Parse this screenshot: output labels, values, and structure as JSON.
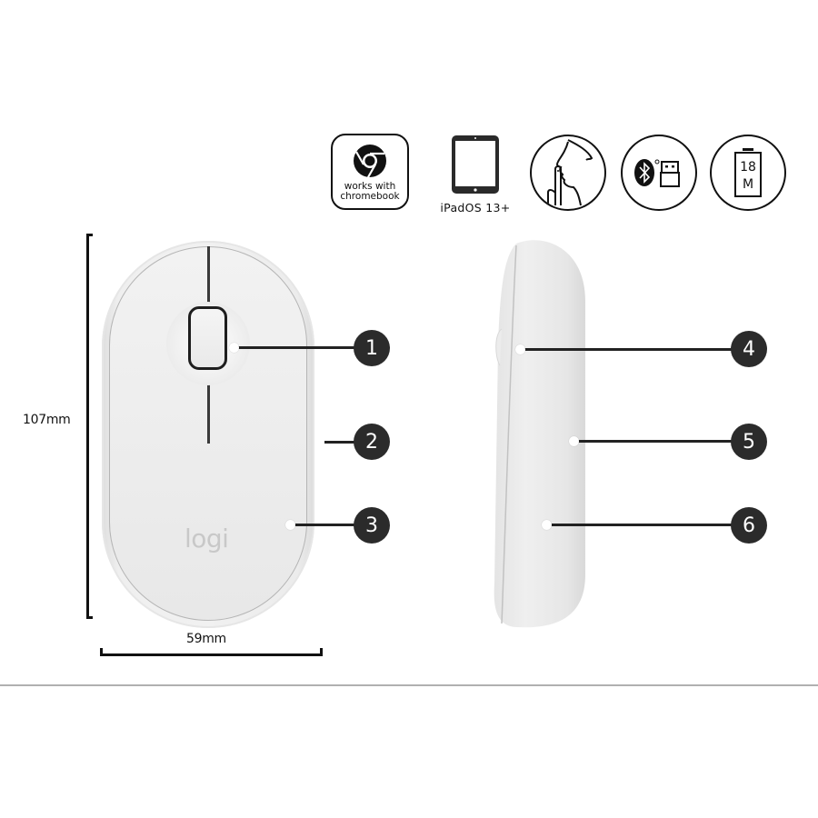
{
  "feature_icons": [
    {
      "name": "chrome-icon",
      "label_line1": "works with",
      "label_line2": "chromebook"
    },
    {
      "name": "tablet-icon",
      "label": "iPadOS 13+"
    },
    {
      "name": "silent-click-icon",
      "label": ""
    },
    {
      "name": "bluetooth-receiver-icon",
      "label": ""
    },
    {
      "name": "battery-icon",
      "battery_line1": "18",
      "battery_line2": "M"
    }
  ],
  "dimensions": {
    "height": "107mm",
    "width": "59mm"
  },
  "product": {
    "logo_text": "logi"
  },
  "callouts": [
    {
      "number": "1",
      "view": "top"
    },
    {
      "number": "2",
      "view": "top"
    },
    {
      "number": "3",
      "view": "top"
    },
    {
      "number": "4",
      "view": "side"
    },
    {
      "number": "5",
      "view": "side"
    },
    {
      "number": "6",
      "view": "side"
    }
  ],
  "colors": {
    "badge_fill": "#2b2b2b",
    "badge_text": "#ffffff",
    "line": "#111111",
    "mouse_body": "#eeeeee",
    "divider": "#b0b0b0"
  }
}
